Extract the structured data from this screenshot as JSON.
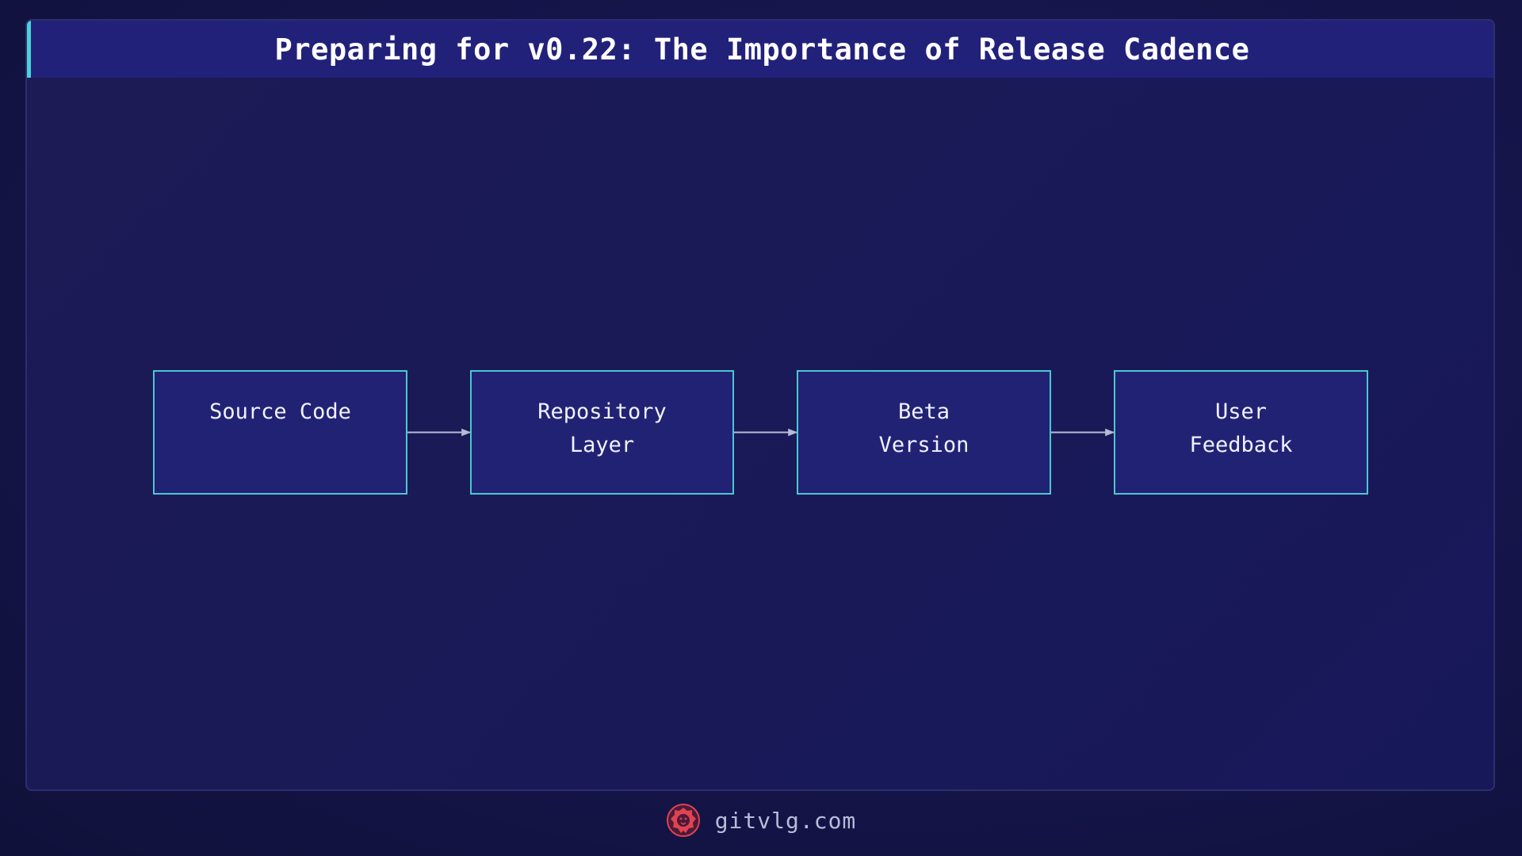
{
  "header": {
    "title": "Preparing for v0.22: The Importance of Release Cadence"
  },
  "diagram": {
    "nodes": [
      {
        "id": "source",
        "label": "Source Code"
      },
      {
        "id": "repo",
        "label": "Repository\nLayer"
      },
      {
        "id": "beta",
        "label": "Beta\nVersion"
      },
      {
        "id": "feedback",
        "label": "User\nFeedback"
      }
    ],
    "edges": [
      {
        "from": "source",
        "to": "repo"
      },
      {
        "from": "repo",
        "to": "beta"
      },
      {
        "from": "beta",
        "to": "feedback"
      }
    ]
  },
  "footer": {
    "site": "gitvlg.com",
    "logo_icon": "lion-logo-icon"
  },
  "colors": {
    "accent": "#4ad3d6",
    "node_border": "#4ac8d0",
    "node_fill": "#222275",
    "title_bar": "#22217a",
    "logo": "#e0434f",
    "edge": "#b8bad6"
  }
}
